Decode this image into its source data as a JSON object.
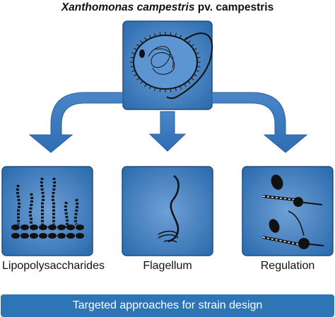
{
  "title": {
    "species": "Xanthomonas campestris",
    "pathovar": "pv. campestris"
  },
  "panels": [
    {
      "key": "lps",
      "label": "Lipopolysaccharides"
    },
    {
      "key": "flagellum",
      "label": "Flagellum"
    },
    {
      "key": "regulation",
      "label": "Regulation"
    }
  ],
  "banner": {
    "text": "Targeted approaches for strain design"
  },
  "colors": {
    "box_fill": "#2e75b6",
    "arrow": "#3b7cc3",
    "outline": "#1f4e79"
  }
}
